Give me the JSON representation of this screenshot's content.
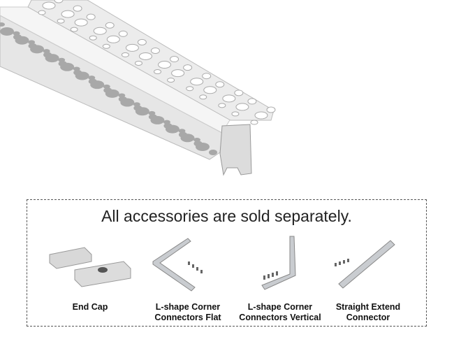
{
  "headline": "All accessories are sold separately.",
  "accessories": [
    {
      "label_line1": "End Cap",
      "label_line2": ""
    },
    {
      "label_line1": "L-shape Corner",
      "label_line2": "Connectors Flat"
    },
    {
      "label_line1": "L-shape Corner",
      "label_line2": "Connectors Vertical"
    },
    {
      "label_line1": "Straight Extend",
      "label_line2": "Connector"
    }
  ],
  "colors": {
    "profile": "#eeeeee",
    "shadow": "#c8c8c8",
    "hole": "#a8a8a8",
    "metal": "#c9ccd0"
  }
}
